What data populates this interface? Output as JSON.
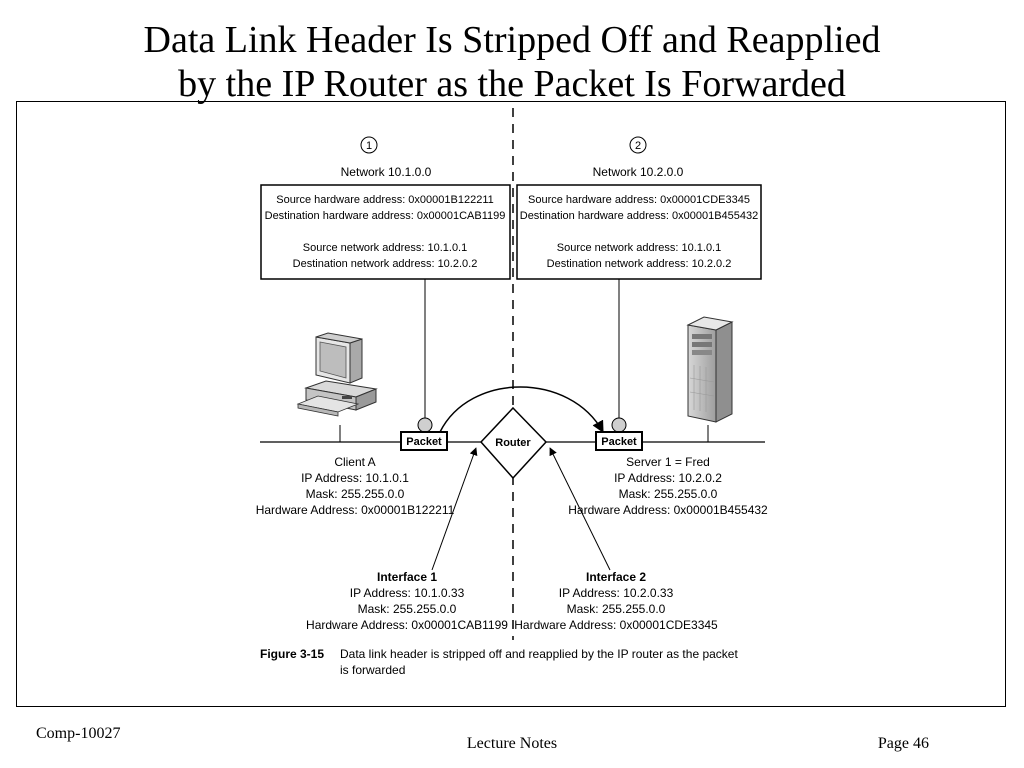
{
  "slide": {
    "title_line1": "Data Link Header Is Stripped Off and Reapplied",
    "title_line2": "by the IP Router as the Packet Is Forwarded"
  },
  "diagram": {
    "step1": "1",
    "step2": "2",
    "network1": {
      "label": "Network 10.1.0.0",
      "src_hw": "Source hardware address: 0x00001B122211",
      "dst_hw": "Destination hardware address: 0x00001CAB1199",
      "src_net": "Source network address: 10.1.0.1",
      "dst_net": "Destination network address: 10.2.0.2"
    },
    "network2": {
      "label": "Network 10.2.0.0",
      "src_hw": "Source hardware address: 0x00001CDE3345",
      "dst_hw": "Destination hardware address: 0x00001B455432",
      "src_net": "Source network address: 10.1.0.1",
      "dst_net": "Destination network address: 10.2.0.2"
    },
    "packet_label": "Packet",
    "router_label": "Router",
    "client": {
      "name": "Client A",
      "ip": "IP Address: 10.1.0.1",
      "mask": "Mask: 255.255.0.0",
      "hw": "Hardware Address: 0x00001B122211"
    },
    "server": {
      "name": "Server 1 = Fred",
      "ip": "IP Address: 10.2.0.2",
      "mask": "Mask: 255.255.0.0",
      "hw": "Hardware Address: 0x00001B455432"
    },
    "interface1": {
      "name": "Interface 1",
      "ip": "IP Address: 10.1.0.33",
      "mask": "Mask: 255.255.0.0",
      "hw": "Hardware Address: 0x00001CAB1199"
    },
    "interface2": {
      "name": "Interface 2",
      "ip": "IP Address: 10.2.0.33",
      "mask": "Mask: 255.255.0.0",
      "hw": "Hardware Address: 0x00001CDE3345"
    },
    "figure_label": "Figure 3-15",
    "caption_line1": "Data link header is stripped off and reapplied by the IP router as the packet",
    "caption_line2": "is forwarded"
  },
  "footer": {
    "left": "Comp-10027",
    "center": "Lecture Notes",
    "right": "Page 46"
  }
}
